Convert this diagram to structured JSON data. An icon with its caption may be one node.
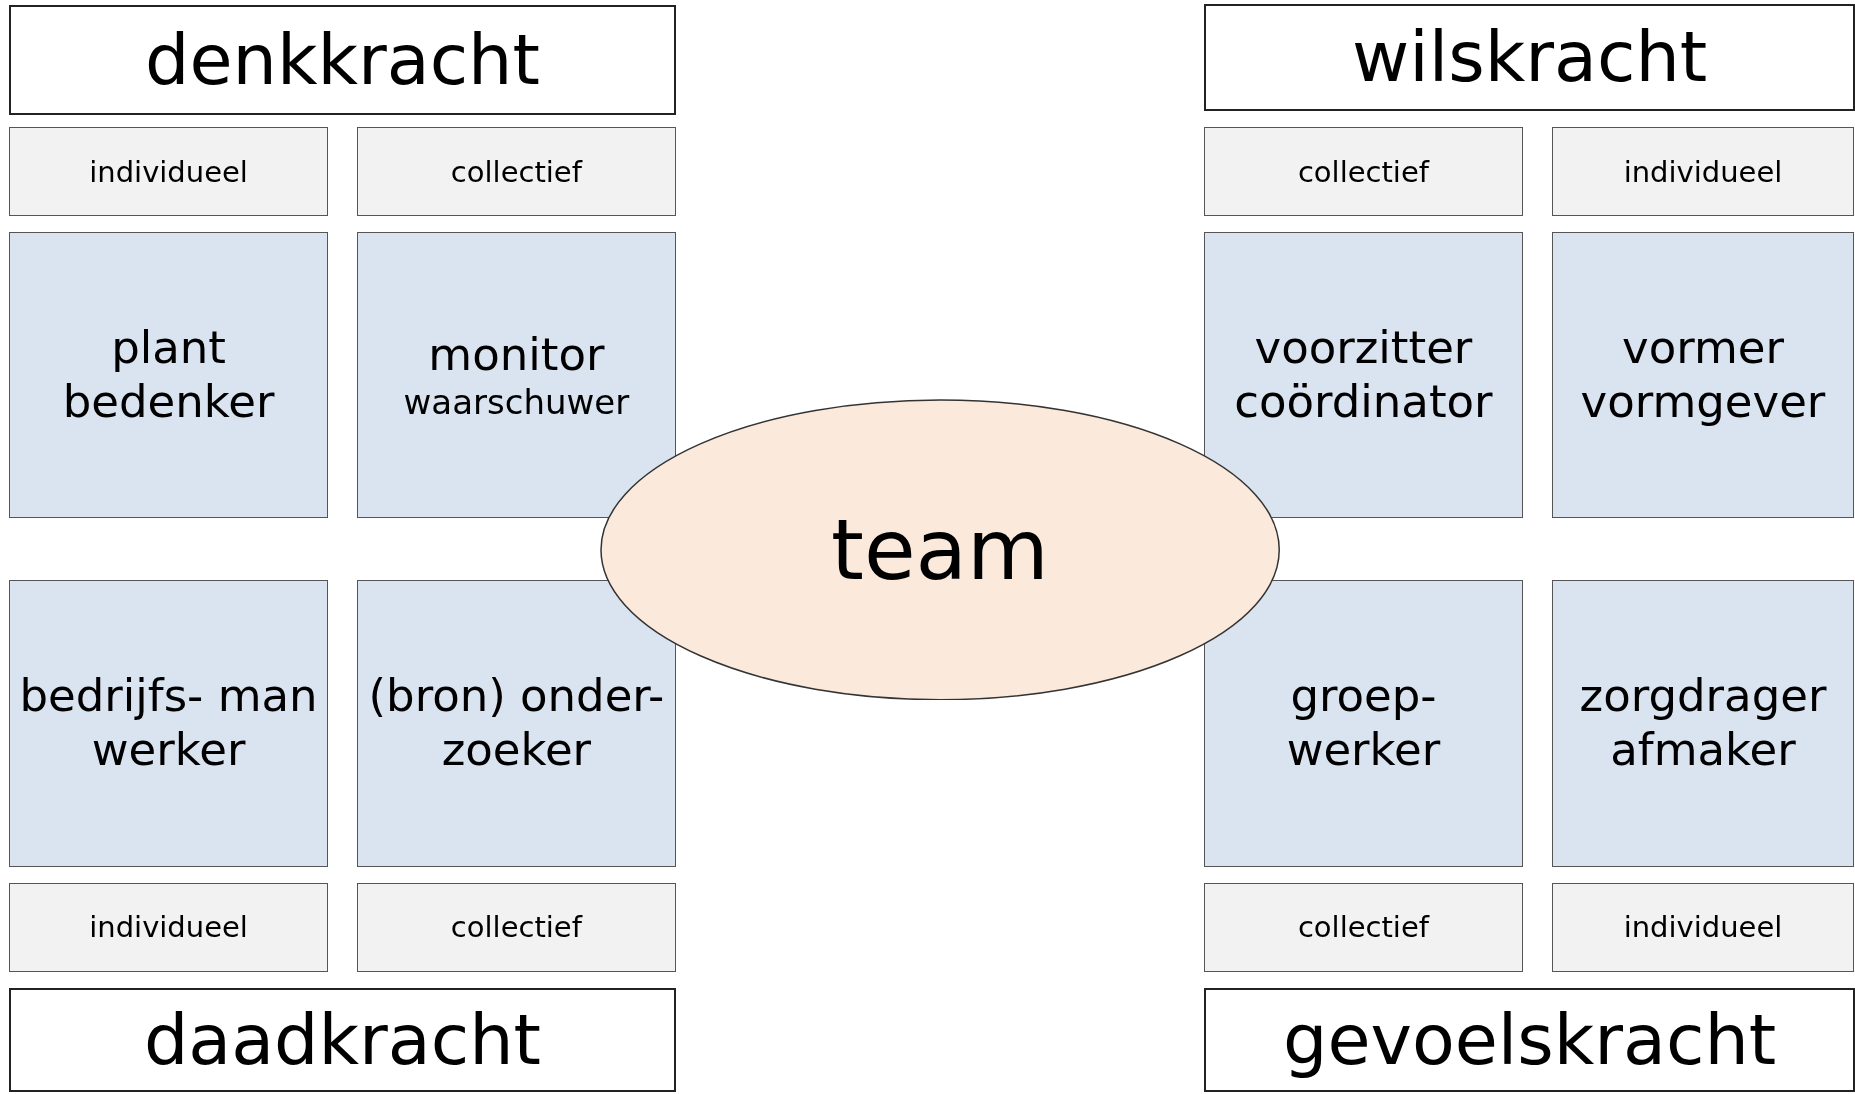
{
  "diagram": {
    "nodes": [
      {
        "text": [
          "denkkracht"
        ]
      },
      {
        "text": [
          "wilskracht"
        ]
      },
      {
        "text": [
          "individueel"
        ]
      },
      {
        "text": [
          "collectief"
        ]
      },
      {
        "text": [
          "collectief"
        ]
      },
      {
        "text": [
          "individueel"
        ]
      },
      {
        "text": [
          "plant bedenker"
        ]
      },
      {
        "text": [
          "monitor",
          "waarschuwer"
        ]
      },
      {
        "text": [
          "voorzitter coördinator"
        ]
      },
      {
        "text": [
          "vormer vormgever"
        ]
      },
      {
        "text": [
          "team"
        ]
      },
      {
        "text": [
          "bedrijfs- man werker"
        ]
      },
      {
        "text": [
          "(bron) onder- zoeker"
        ]
      },
      {
        "text": [
          "groep- werker"
        ]
      },
      {
        "text": [
          "zorgdrager afmaker"
        ]
      },
      {
        "text": [
          "individueel"
        ]
      },
      {
        "text": [
          "collectief"
        ]
      },
      {
        "text": [
          "collectief"
        ]
      },
      {
        "text": [
          "individueel"
        ]
      },
      {
        "text": [
          "daadkracht"
        ]
      },
      {
        "text": [
          "gevoelskracht"
        ]
      }
    ]
  }
}
